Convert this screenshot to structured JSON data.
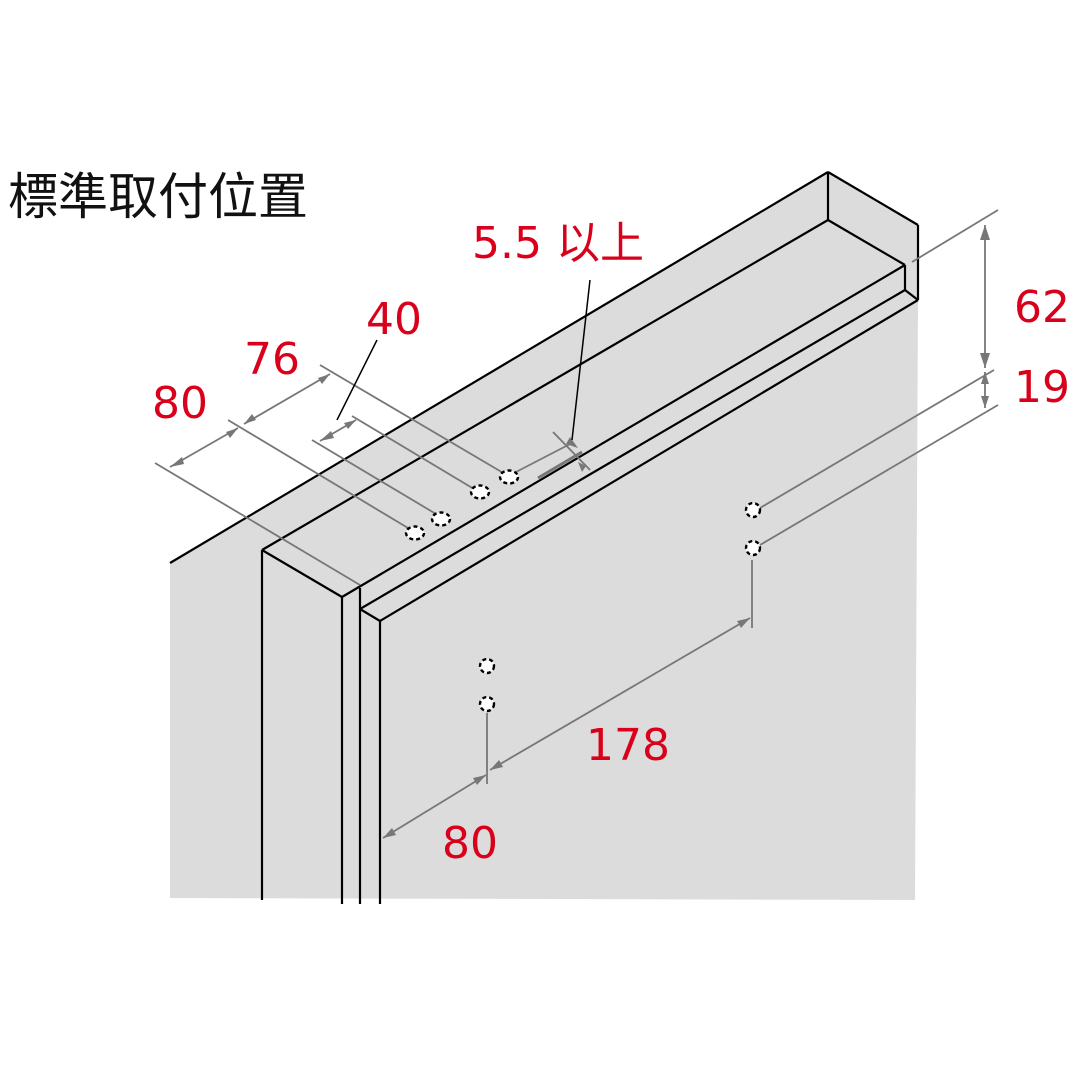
{
  "title": "標準取付位置",
  "colors": {
    "dimension_text": "#d9001b",
    "wall_fill": "#dcdcdc",
    "outline": "#000000",
    "dimension_line": "#777777",
    "hole_fill": "#ffffff"
  },
  "dimensions": {
    "top_clearance": "5.5 以上",
    "top_spacing_40": "40",
    "top_spacing_76": "76",
    "top_spacing_80": "80",
    "height_62": "62",
    "height_19": "19",
    "face_spacing_178": "178",
    "face_spacing_80": "80"
  },
  "icons": {
    "screw_hole": "dashed-circle"
  }
}
